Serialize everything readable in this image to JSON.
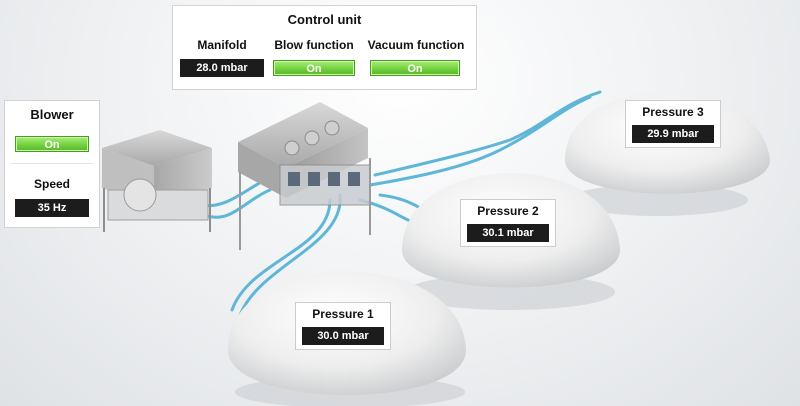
{
  "control_unit": {
    "title": "Control unit",
    "manifold": {
      "label": "Manifold",
      "value": "28.0 mbar"
    },
    "blow_function": {
      "label": "Blow function",
      "state": "On"
    },
    "vacuum_function": {
      "label": "Vacuum function",
      "state": "On"
    }
  },
  "blower": {
    "title": "Blower",
    "state": "On",
    "speed": {
      "label": "Speed",
      "value": "35 Hz"
    }
  },
  "pressures": [
    {
      "label": "Pressure 1",
      "value": "30.0 mbar"
    },
    {
      "label": "Pressure 2",
      "value": "30.1 mbar"
    },
    {
      "label": "Pressure 3",
      "value": "29.9 mbar"
    }
  ],
  "colors": {
    "on_green": "#6fce3a",
    "readout_bg": "#1c1c1c",
    "hose_blue": "#5fb6d6"
  }
}
